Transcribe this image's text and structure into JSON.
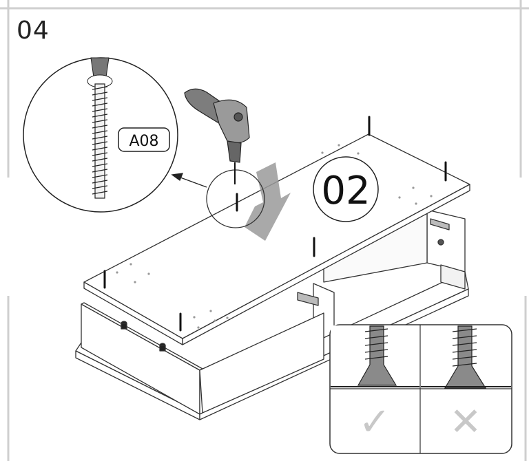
{
  "step": {
    "number": "04"
  },
  "callout": {
    "part_code": "A08"
  },
  "panel": {
    "part_number": "02"
  },
  "screw_check": {
    "correct_mark": "✓",
    "incorrect_mark": "✕"
  }
}
